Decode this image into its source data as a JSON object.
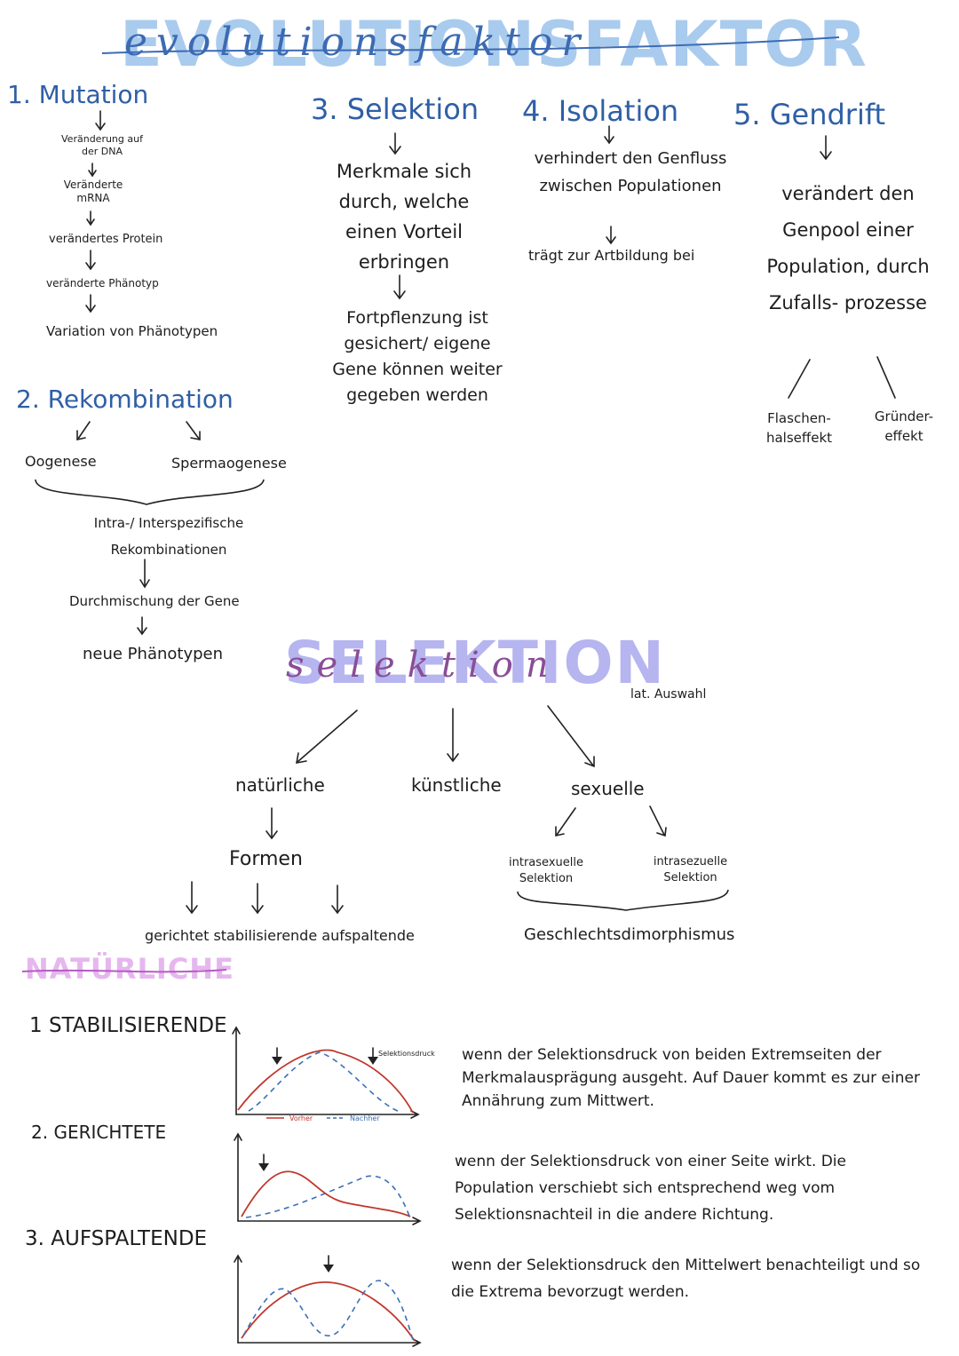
{
  "title": {
    "main": "EVOLUTIONSFAKTOR",
    "script": "evolutionsfaktor"
  },
  "mutation": {
    "heading": "1. Mutation",
    "steps": [
      "Veränderung auf der DNA",
      "Veränderte mRNA",
      "verändertes Protein",
      "veränderte Phänotyp",
      "Variation von Phänotypen"
    ]
  },
  "rekombination": {
    "heading": "2. Rekombination",
    "left": "Oogenese",
    "right": "Spermaogenese",
    "brace_text": "Intra-/ Interspezifische Rekombinationen",
    "step2": "Durchmischung der Gene",
    "step3": "neue Phänotypen"
  },
  "selektion_factor": {
    "heading": "3. Selektion",
    "text1": "Merkmale sich durch, welche einen Vorteil erbringen",
    "text2": "Fortpflenzung ist gesichert/ eigene Gene können weiter gegeben werden"
  },
  "isolation": {
    "heading": "4. Isolation",
    "text1": "verhindert den Genfluss zwischen Populationen",
    "text2": "trägt zur Artbildung bei"
  },
  "gendrift": {
    "heading": "5. Gendrift",
    "text": "verändert den Genpool einer Population, durch Zufalls- prozesse",
    "left": "Flaschen- halseffekt",
    "right": "Gründer- effekt"
  },
  "selektion_section": {
    "title": "SELEKTION",
    "script": "selektion",
    "note": "lat. Auswahl",
    "branches": [
      "natürliche",
      "künstliche",
      "sexuelle"
    ],
    "formen": "Formen",
    "formen_list": "gerichtet stabilisierende aufspaltende",
    "sexual_left": "intrasexuelle Selektion",
    "sexual_right": "intrasezuelle Selektion",
    "sexual_result": "Geschlechtsdimorphismus"
  },
  "natuerliche": {
    "heading": "NATÜRLICHE",
    "types": [
      {
        "label": "1 STABILISIERENDE",
        "description": "wenn der Selektionsdruck von beiden Extremseiten der Merkmalausprägung ausgeht. Auf Dauer kommt es zur einer Annährung zum Mittwert."
      },
      {
        "label": "2. GERICHTETE",
        "description": "wenn der Selektionsdruck von einer Seite wirkt. Die Population verschiebt sich entsprechend weg vom Selektionsnachteil in die andere Richtung."
      },
      {
        "label": "3. AUFSPALTENDE",
        "description": "wenn der Selektionsdruck den Mittelwert benachteiligt und so die Extrema bevorzugt werden."
      }
    ],
    "chart_legend": {
      "before": "Vorher",
      "after": "Nachher",
      "pressure": "Selektionsdruck"
    },
    "colors": {
      "before": "#c0362c",
      "after": "#3b6fb6"
    }
  }
}
